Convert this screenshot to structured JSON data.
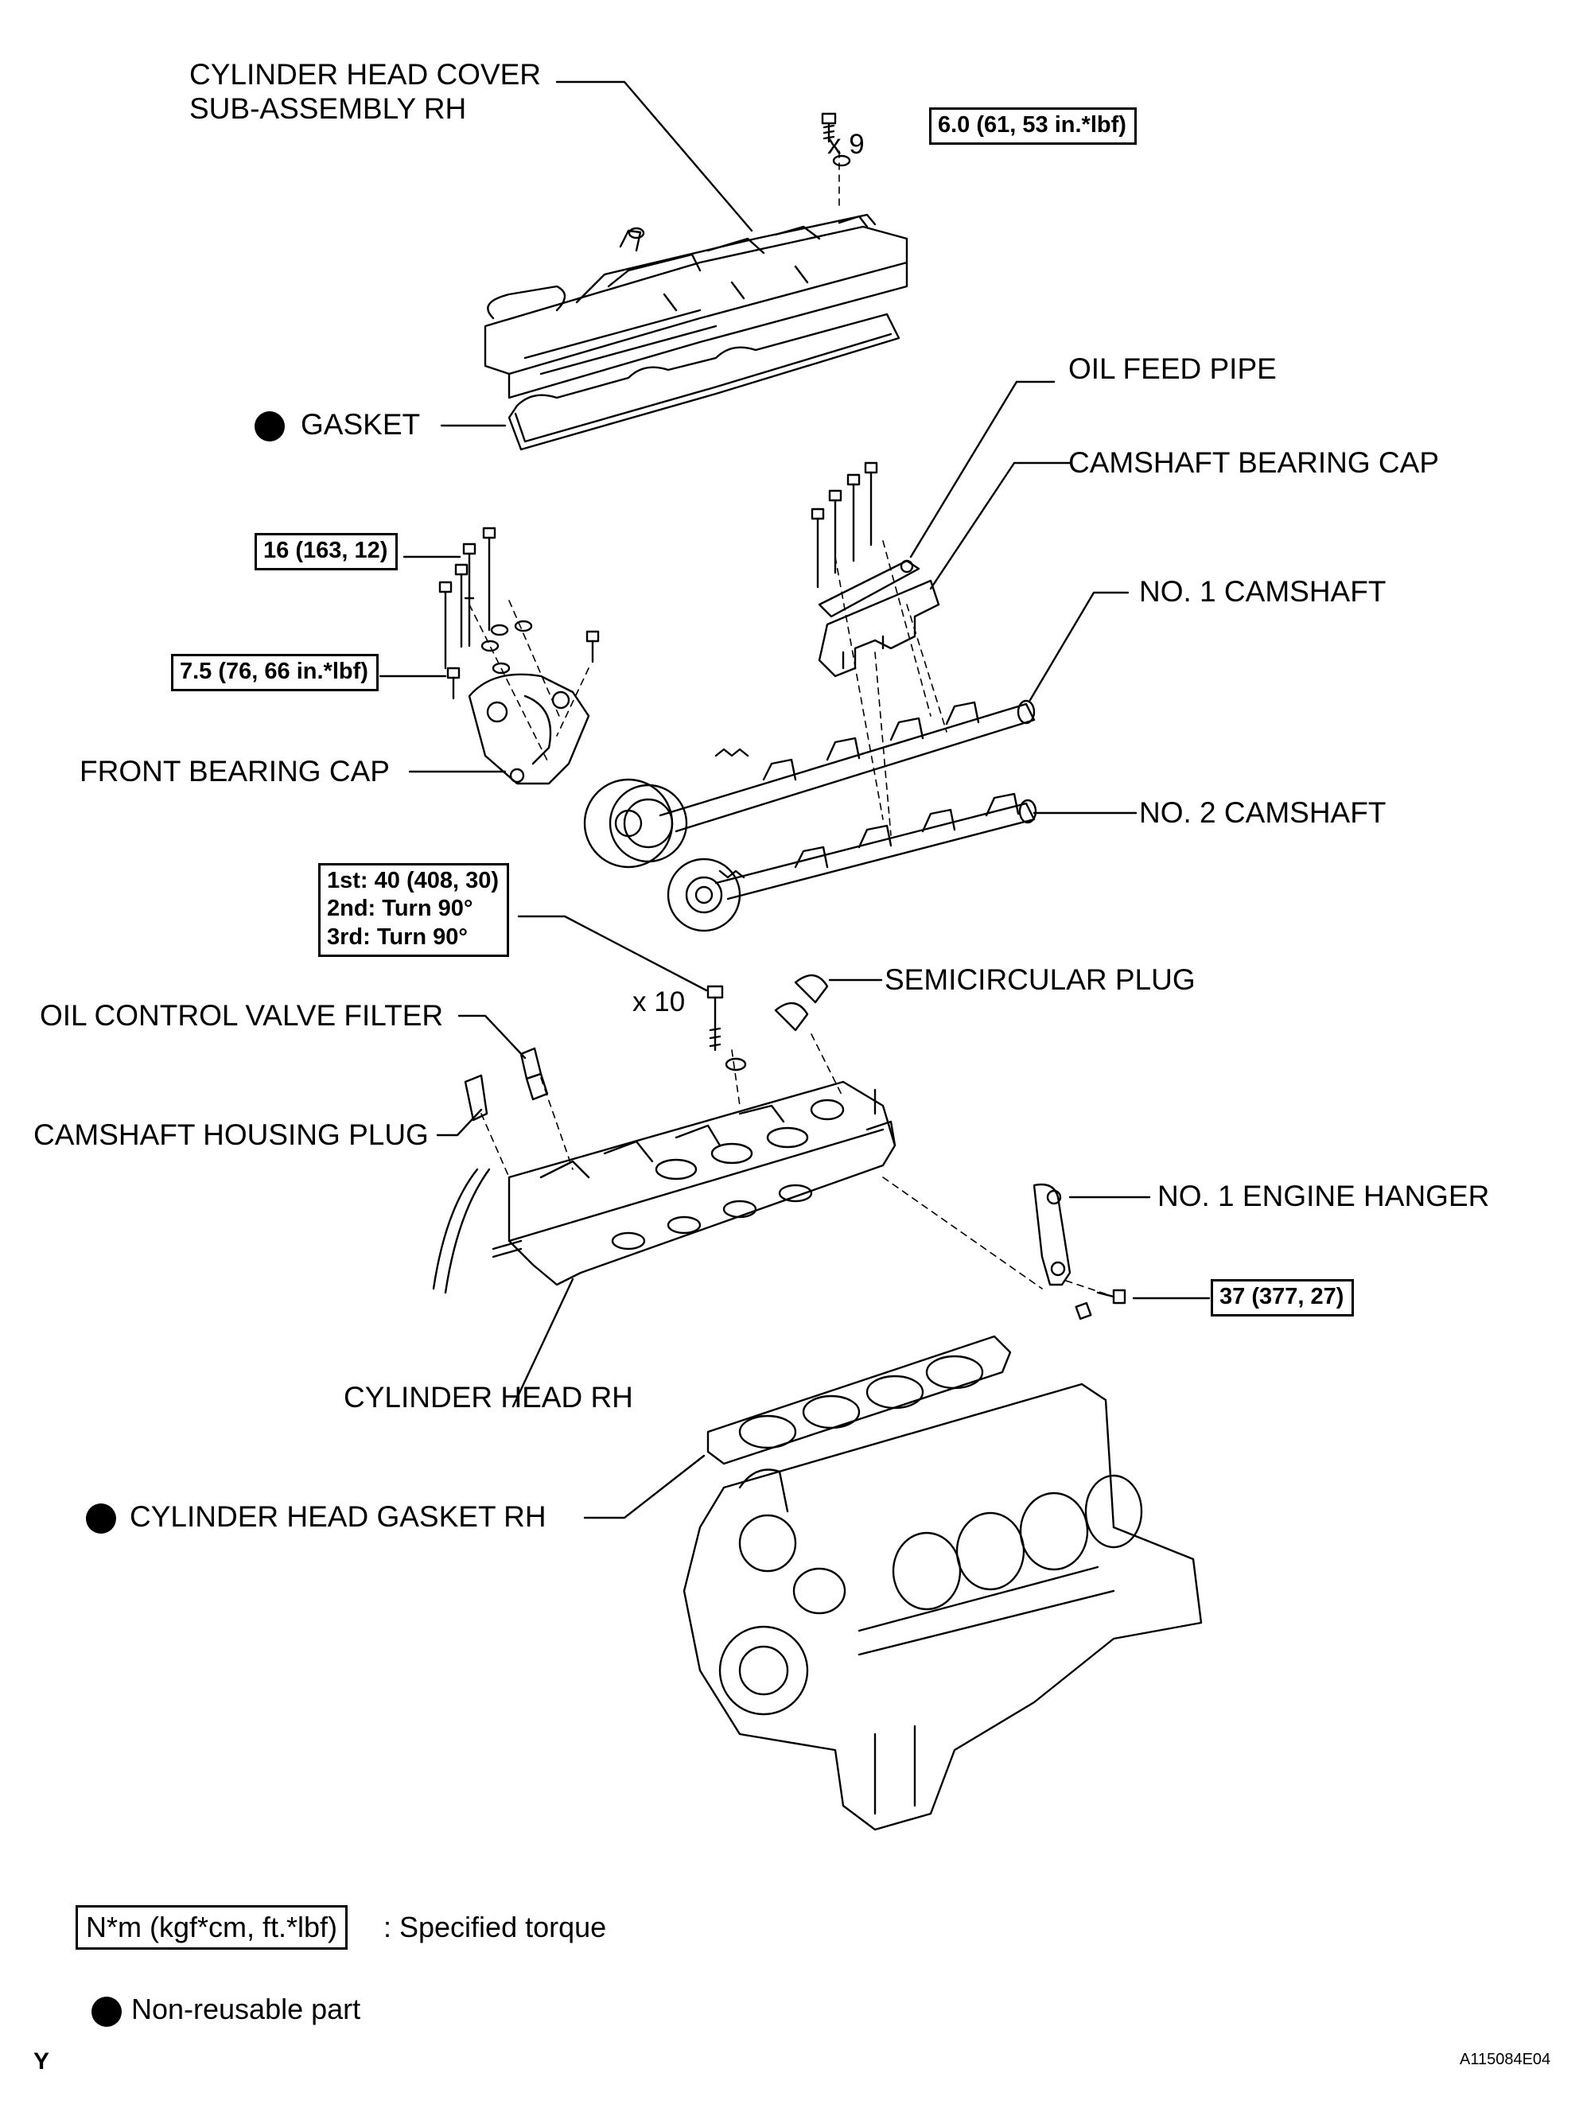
{
  "labels": {
    "head_cover_l1": "CYLINDER HEAD COVER",
    "head_cover_l2": "SUB-ASSEMBLY RH",
    "gasket": "GASKET",
    "oil_feed_pipe": "OIL FEED PIPE",
    "camshaft_bearing_cap": "CAMSHAFT BEARING CAP",
    "no1_camshaft": "NO. 1 CAMSHAFT",
    "front_bearing_cap": "FRONT BEARING CAP",
    "no2_camshaft": "NO. 2 CAMSHAFT",
    "semicircular_plug": "SEMICIRCULAR PLUG",
    "oil_control_valve_filter": "OIL CONTROL VALVE FILTER",
    "camshaft_housing_plug": "CAMSHAFT HOUSING PLUG",
    "no1_engine_hanger": "NO. 1 ENGINE HANGER",
    "cylinder_head": "CYLINDER HEAD RH",
    "cylinder_head_gasket": "CYLINDER HEAD GASKET RH"
  },
  "torques": {
    "cover_bolts": "6.0 (61, 53 in.*lbf)",
    "front_cap_long": "16 (163, 12)",
    "front_cap_short": "7.5 (76, 66 in.*lbf)",
    "head_bolt_1": "1st: 40 (408, 30)",
    "head_bolt_2": "2nd: Turn 90°",
    "head_bolt_3": "3rd: Turn 90°",
    "hanger_bolts": "37 (377, 27)"
  },
  "multipliers": {
    "cover": "x 9",
    "head": "x 10"
  },
  "legend": {
    "torque_unit": "N*m (kgf*cm, ft.*lbf)",
    "torque_desc": ": Specified torque",
    "nonreusable": "Non-reusable part"
  },
  "footer": {
    "left_letter": "Y",
    "figure_code": "A115084E04"
  }
}
